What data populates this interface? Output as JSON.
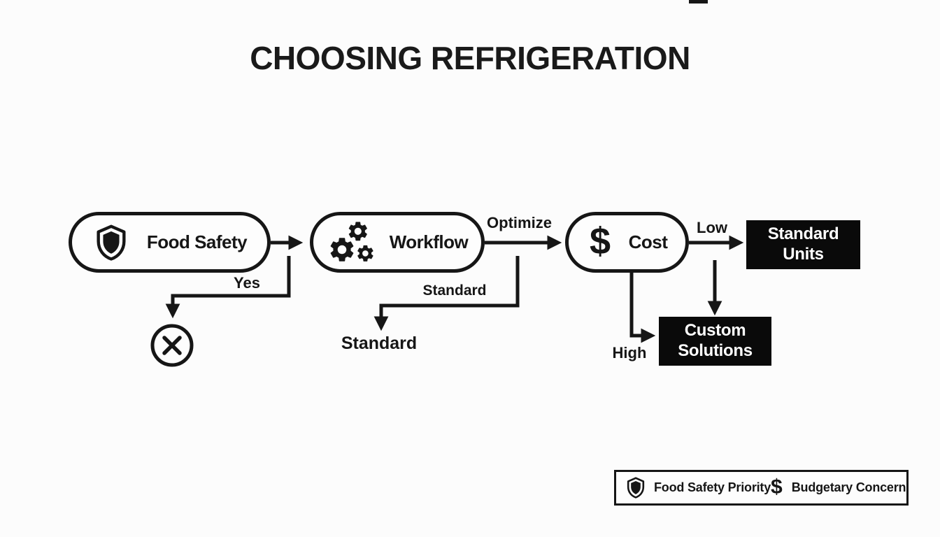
{
  "title": "CHOOSING REFRIGERATION",
  "flow": {
    "nodes": [
      {
        "id": "food-safety",
        "label": "Food Safety",
        "icon": "shield-icon"
      },
      {
        "id": "workflow",
        "label": "Workflow",
        "icon": "gears-icon"
      },
      {
        "id": "cost",
        "label": "Cost",
        "icon": "dollar-icon",
        "glyph": "$"
      }
    ],
    "labels": {
      "yes": "Yes",
      "optimize": "Optimize",
      "standard_branch": "Standard",
      "standard_result": "Standard",
      "low": "Low",
      "high": "High"
    },
    "outcomes": {
      "standard_units": {
        "line1": "Standard",
        "line2": "Units"
      },
      "custom_solutions": {
        "line1": "Custom",
        "line2": "Solutions"
      }
    },
    "edges": [
      {
        "from": "Food Safety",
        "to": "Workflow",
        "label": ""
      },
      {
        "from": "Food Safety",
        "to": "reject-terminal",
        "label": "Yes"
      },
      {
        "from": "Workflow",
        "to": "Cost",
        "label": "Optimize"
      },
      {
        "from": "Workflow",
        "to": "Standard",
        "label": "Standard"
      },
      {
        "from": "Cost",
        "to": "Standard Units",
        "label": "Low"
      },
      {
        "from": "Cost",
        "to": "Custom Solutions",
        "label": "High"
      },
      {
        "from": "Cost",
        "to": "Custom Solutions",
        "label": ""
      }
    ],
    "reject_icon": "x-circle-icon"
  },
  "legend": {
    "items": [
      {
        "icon": "shield-icon",
        "label": "Food Safety Priority"
      },
      {
        "icon": "dollar-icon",
        "glyph": "$",
        "label": "Budgetary Concern"
      }
    ]
  },
  "colors": {
    "ink": "#161616",
    "background": "#fcfcfc",
    "outcome_fill": "#0a0a0a",
    "outcome_text": "#ffffff"
  }
}
